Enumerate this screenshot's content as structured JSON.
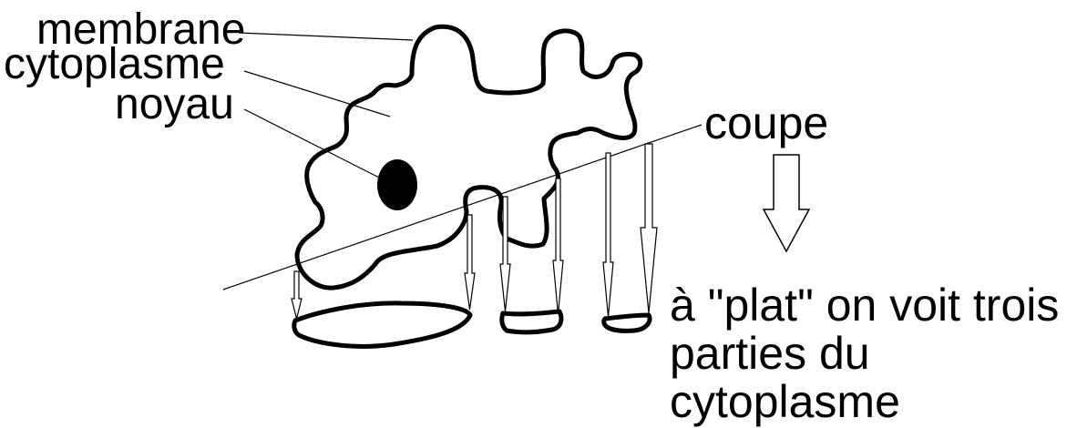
{
  "labels": {
    "membrane": "membrane",
    "cytoplasme": "cytoplasme",
    "noyau": "noyau",
    "coupe": "coupe",
    "conclusion_line1": "à \"plat\" on voit trois",
    "conclusion_line2": "parties du",
    "conclusion_line3": "cytoplasme"
  },
  "colors": {
    "ink": "#000000",
    "background": "#ffffff"
  }
}
